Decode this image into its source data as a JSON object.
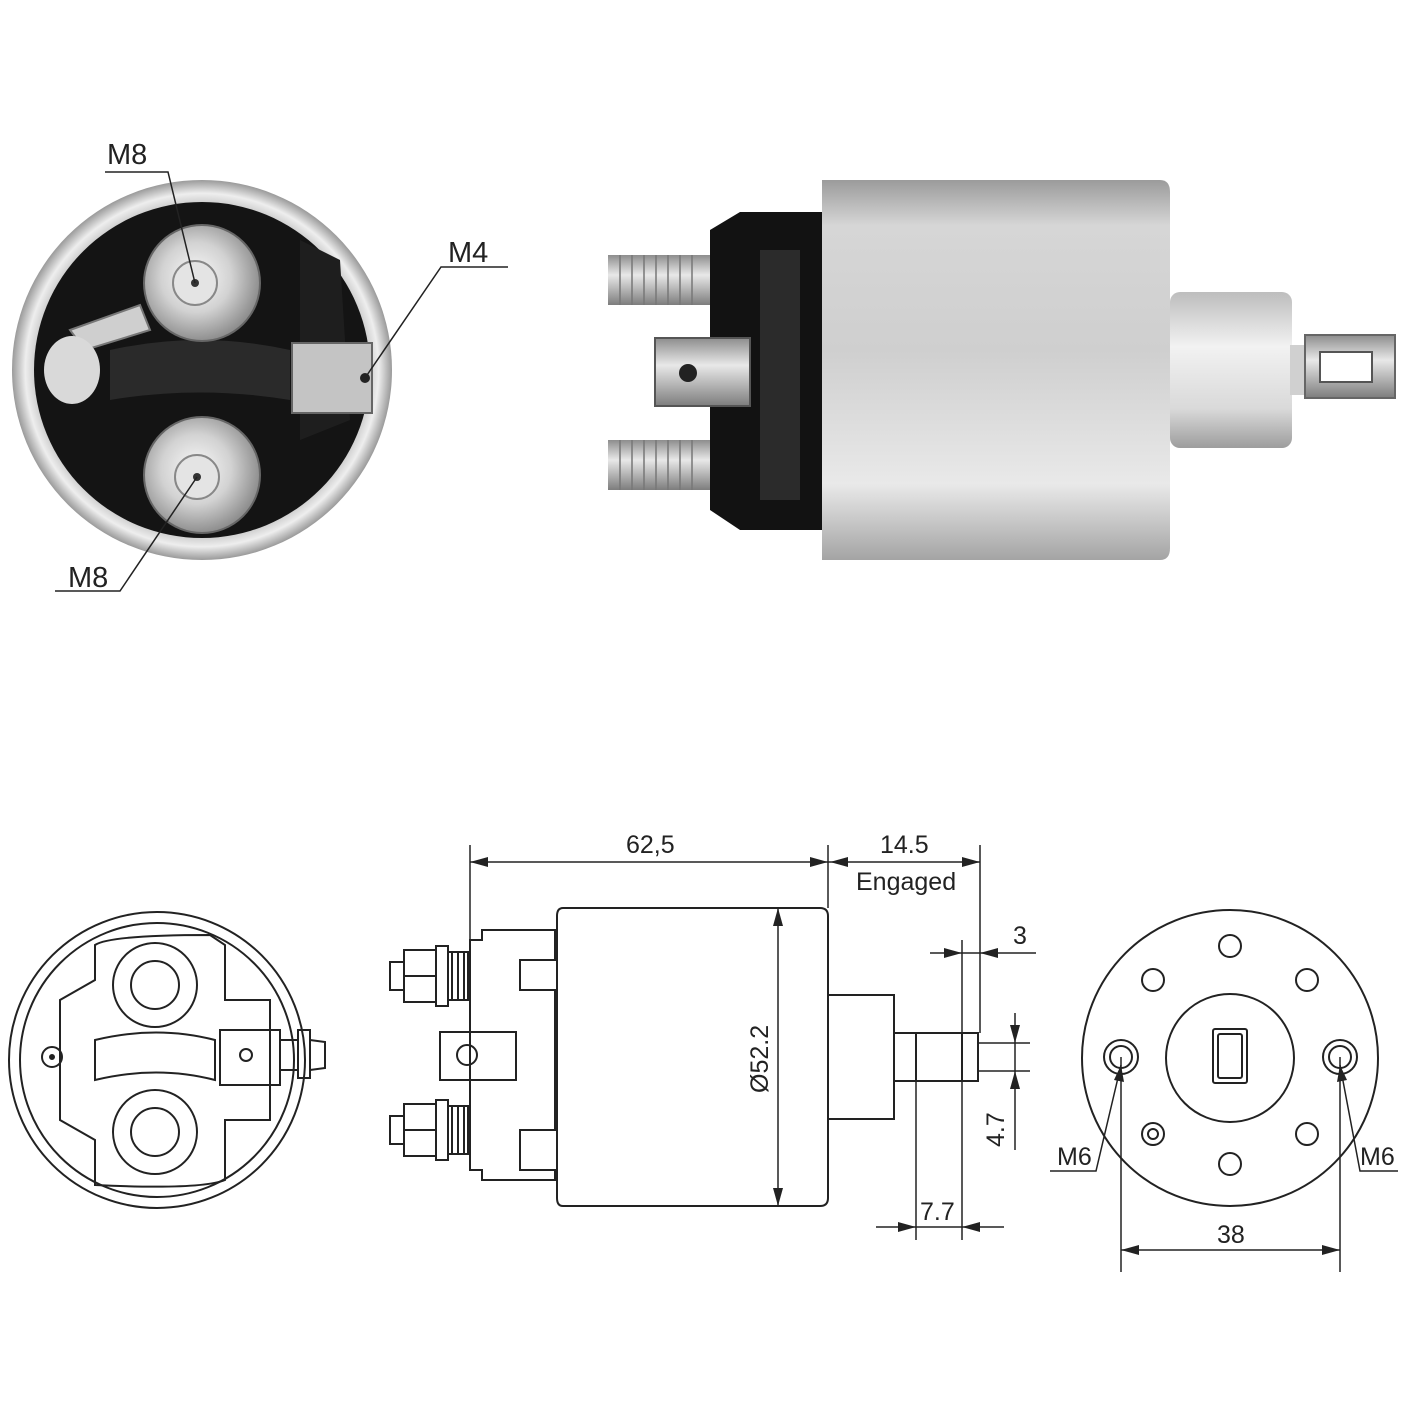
{
  "photo_labels": {
    "top_terminal": "M8",
    "bottom_terminal": "M8",
    "small_terminal": "M4"
  },
  "drawing": {
    "length": "62,5",
    "stroke": "14.5",
    "stroke_note": "Engaged",
    "diameter": "Ø52.2",
    "slot_width": "3",
    "tab_height": "4.7",
    "tab_length": "7.7",
    "left_thread": "M6",
    "right_thread": "M6",
    "hole_spacing": "38"
  },
  "colors": {
    "line": "#222222",
    "body_black": "#121212",
    "metal_light": "#e6e6e6",
    "metal_dark": "#a9a9a9"
  }
}
